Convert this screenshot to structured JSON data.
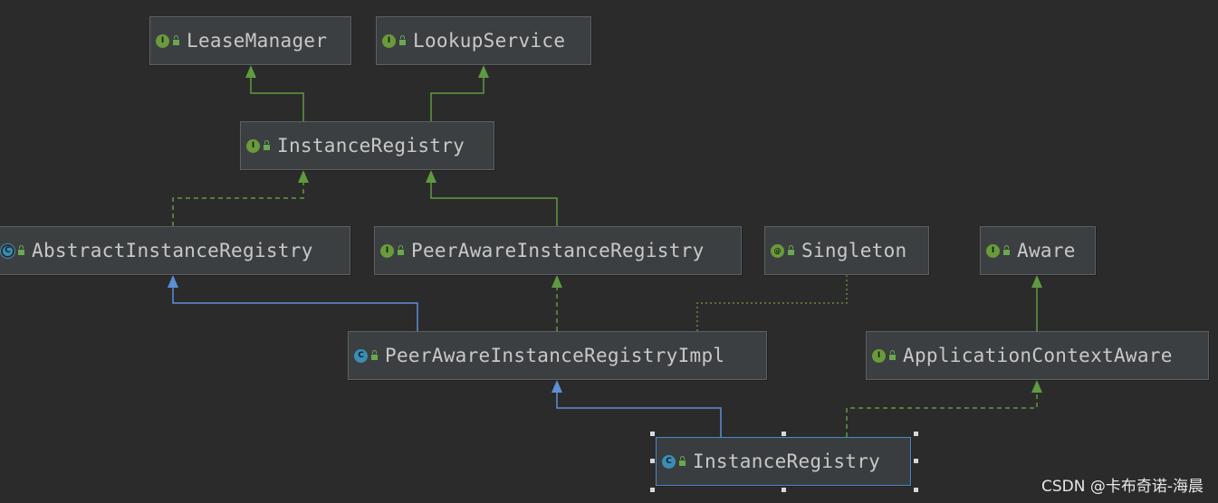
{
  "diagram": {
    "nodes": {
      "lease_manager": {
        "label": "LeaseManager",
        "kind": "interface",
        "badge": "I"
      },
      "lookup_service": {
        "label": "LookupService",
        "kind": "interface",
        "badge": "I"
      },
      "instance_registry_iface": {
        "label": "InstanceRegistry",
        "kind": "interface",
        "badge": "I"
      },
      "abstract_instance_registry": {
        "label": "AbstractInstanceRegistry",
        "kind": "abstract-class",
        "badge": "C"
      },
      "peer_aware_instance_registry": {
        "label": "PeerAwareInstanceRegistry",
        "kind": "interface",
        "badge": "I"
      },
      "singleton": {
        "label": "Singleton",
        "kind": "annotation",
        "badge": "@"
      },
      "aware": {
        "label": "Aware",
        "kind": "interface",
        "badge": "I"
      },
      "peer_aware_instance_registry_impl": {
        "label": "PeerAwareInstanceRegistryImpl",
        "kind": "class",
        "badge": "C"
      },
      "application_context_aware": {
        "label": "ApplicationContextAware",
        "kind": "interface",
        "badge": "I"
      },
      "instance_registry_class": {
        "label": "InstanceRegistry",
        "kind": "class",
        "badge": "C",
        "selected": true
      }
    },
    "edges": [
      {
        "from": "instance_registry_iface",
        "to": "lease_manager",
        "type": "extends"
      },
      {
        "from": "instance_registry_iface",
        "to": "lookup_service",
        "type": "extends"
      },
      {
        "from": "abstract_instance_registry",
        "to": "instance_registry_iface",
        "type": "implements"
      },
      {
        "from": "peer_aware_instance_registry",
        "to": "instance_registry_iface",
        "type": "extends"
      },
      {
        "from": "peer_aware_instance_registry_impl",
        "to": "abstract_instance_registry",
        "type": "class-extends"
      },
      {
        "from": "peer_aware_instance_registry_impl",
        "to": "peer_aware_instance_registry",
        "type": "implements"
      },
      {
        "from": "peer_aware_instance_registry_impl",
        "to": "singleton",
        "type": "annotated"
      },
      {
        "from": "application_context_aware",
        "to": "aware",
        "type": "extends"
      },
      {
        "from": "instance_registry_class",
        "to": "peer_aware_instance_registry_impl",
        "type": "class-extends"
      },
      {
        "from": "instance_registry_class",
        "to": "application_context_aware",
        "type": "implements"
      }
    ]
  },
  "colors": {
    "background": "#2b2b2b",
    "interface_extends": "#5f9a41",
    "class_extends": "#5b8fd6",
    "annotation_link": "#6a8a3a"
  },
  "watermark": "CSDN @卡布奇诺-海晨"
}
